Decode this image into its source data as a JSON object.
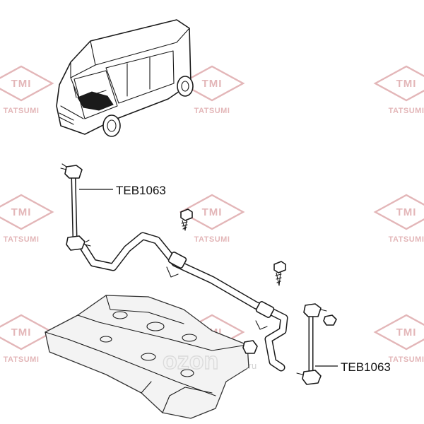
{
  "watermark": {
    "brand": "TMI",
    "company": "TATSUMI",
    "color": "#e3b6b8"
  },
  "callouts": [
    {
      "id": "upper",
      "label": "TEB1063"
    },
    {
      "id": "lower",
      "label": "TEB1063"
    }
  ],
  "site_watermark": {
    "logo": "ozon",
    "tld": ".ru"
  }
}
